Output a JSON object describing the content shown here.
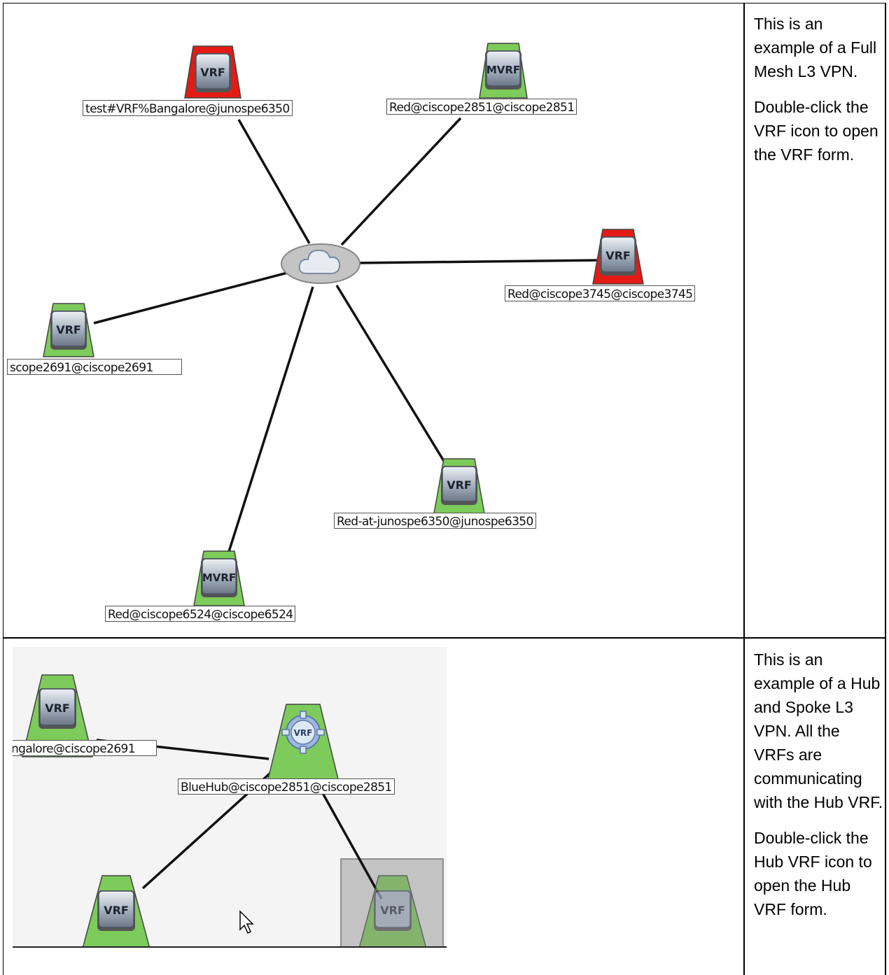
{
  "full_mesh": {
    "description": [
      "This is an example of a Full Mesh L3 VPN.",
      "Double-click the VRF icon to open the VRF form."
    ],
    "nodes": [
      {
        "icon_text": "VRF",
        "label": "test#VRF%Bangalore@junospe6350",
        "status": "red"
      },
      {
        "icon_text": "MVRF",
        "label": "Red@ciscope2851@ciscope2851",
        "status": "green"
      },
      {
        "icon_text": "VRF",
        "label": "Red@ciscope3745@ciscope3745",
        "status": "red"
      },
      {
        "icon_text": "VRF",
        "label": "scope2691@ciscope2691",
        "status": "green"
      },
      {
        "icon_text": "VRF",
        "label": "Red-at-junospe6350@junospe6350",
        "status": "green"
      },
      {
        "icon_text": "MVRF",
        "label": "Red@ciscope6524@ciscope6524",
        "status": "green"
      }
    ]
  },
  "hub_spoke": {
    "description": [
      "This is an example of a Hub and Spoke L3 VPN. All the VRFs are communicating with the Hub VRF.",
      "Double-click the Hub VRF icon to open the Hub VRF form."
    ],
    "nodes": [
      {
        "icon_text": "VRF",
        "label": "ngalore@ciscope2691",
        "status": "green"
      },
      {
        "icon_text": "VRF",
        "label": "BlueHub@ciscope2851@ciscope2851",
        "status": "green",
        "role": "hub"
      },
      {
        "icon_text": "VRF",
        "label": "",
        "status": "green"
      },
      {
        "icon_text": "VRF",
        "label": "",
        "status": "green",
        "selected": true
      }
    ]
  },
  "colors": {
    "green": "#7dcb5a",
    "red": "#e41a14",
    "cloud": "#c8c8c8",
    "border": "#000000"
  }
}
